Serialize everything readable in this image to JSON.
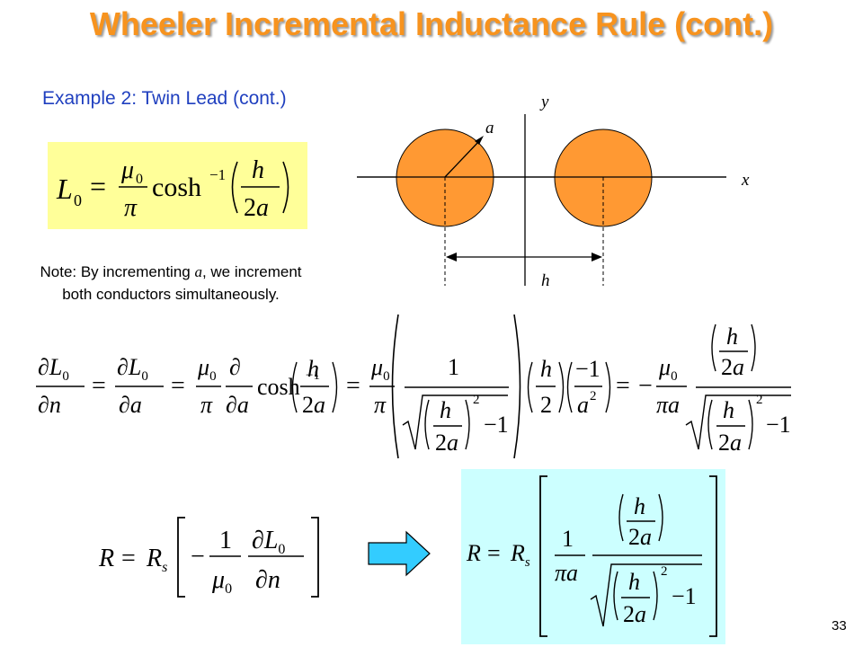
{
  "title": "Wheeler Incremental Inductance Rule (cont.)",
  "subtitle": "Example 2: Twin Lead (cont.)",
  "note": {
    "before": "Note: By incrementing ",
    "var": "a",
    "after": ", we increment both conductors simultaneously."
  },
  "diagram": {
    "y_label": "y",
    "x_label": "x",
    "radius_label": "a",
    "separation_label": "h",
    "conductor_color": "#ff9933"
  },
  "equations": {
    "L0": "L₀ = (μ₀/π) cosh⁻¹(h/(2a))",
    "dL0": "∂L₀/∂n = ∂L₀/∂a = (μ₀/π) ∂/∂a cosh⁻¹(h/(2a)) = (μ₀/π) [1/√((h/2a)² − 1)] (h/2)(−1/a²) = −(μ₀/πa) (h/2a)/√((h/2a)² − 1)",
    "R_general": "R = Rₛ [ −(1/μ₀) ∂L₀/∂n ]",
    "R_final": "R = Rₛ [ (1/πa) (h/2a)/√((h/2a)² − 1) ]"
  },
  "colors": {
    "title": "#f7931e",
    "subtitle": "#1f3fbf",
    "eq1_background": "#ffff99",
    "final_background": "#ccffff",
    "arrow": "#33ccff"
  },
  "page_number": "33"
}
